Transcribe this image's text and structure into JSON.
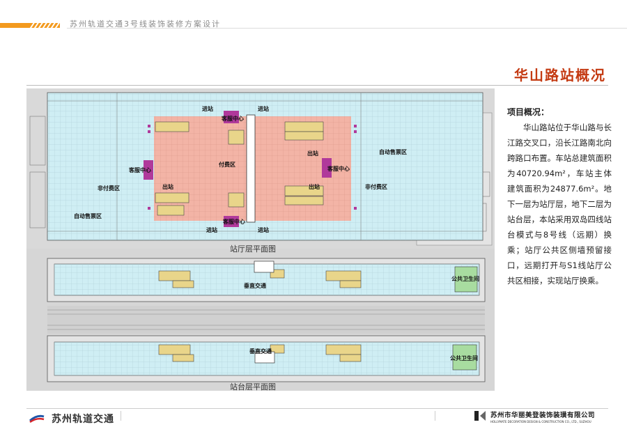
{
  "header": {
    "doc_title": "苏州轨道交通3号线装饰装修方案设计"
  },
  "page": {
    "title": "华山路站概况"
  },
  "concourse_plan": {
    "caption": "站厅层平面图",
    "labels": {
      "entry_1": "进站",
      "entry_2": "进站",
      "entry_3": "进站",
      "entry_4": "进站",
      "service_top": "客服中心",
      "service_bottom": "客服中心",
      "service_left": "客服中心",
      "service_right": "客服中心",
      "paid_area": "付费区",
      "exit_left": "出站",
      "exit_right_top": "出站",
      "exit_right_bottom": "出站",
      "unpaid_left": "非付费区",
      "unpaid_right": "非付费区",
      "ticketing_left": "自动售票区",
      "ticketing_right": "自动售票区"
    }
  },
  "platform_plan": {
    "caption": "站台层平面图",
    "labels": {
      "vertical_1": "垂直交通",
      "vertical_2": "垂直交通",
      "restroom_1": "公共卫生间",
      "restroom_2": "公共卫生间"
    }
  },
  "overview": {
    "heading": "项目概况：",
    "body": "华山路站位于华山路与长江路交叉口，沿长江路南北向跨路口布置。车站总建筑面积为40720.94m²，车站主体建筑面积为24877.6m²。地下一层为站厅层，地下二层为站台层，本站采用双岛四线站台模式与8号线（远期）换乘；站厅公共区侧墙预留接口，远期打开与S1线站厅公共区相接，实现站厅换乘。"
  },
  "footer": {
    "left_logo_name": "苏州轨道交通",
    "company_cn": "苏州市华丽美登装饰装璜有限公司",
    "company_en": "HOLLYMATE DECORATION DESIGN & CONSTRUCTION CO., LTD., SUZHOU"
  },
  "colors": {
    "accent_orange": "#f39a1e",
    "title_red": "#c43a12",
    "unpaid_blue": "#cfeef4",
    "paid_pink": "#f3b4a6",
    "service_magenta": "#b0399b",
    "equipment_yellow": "#e9d58a",
    "restroom_green": "#a8dca0"
  }
}
